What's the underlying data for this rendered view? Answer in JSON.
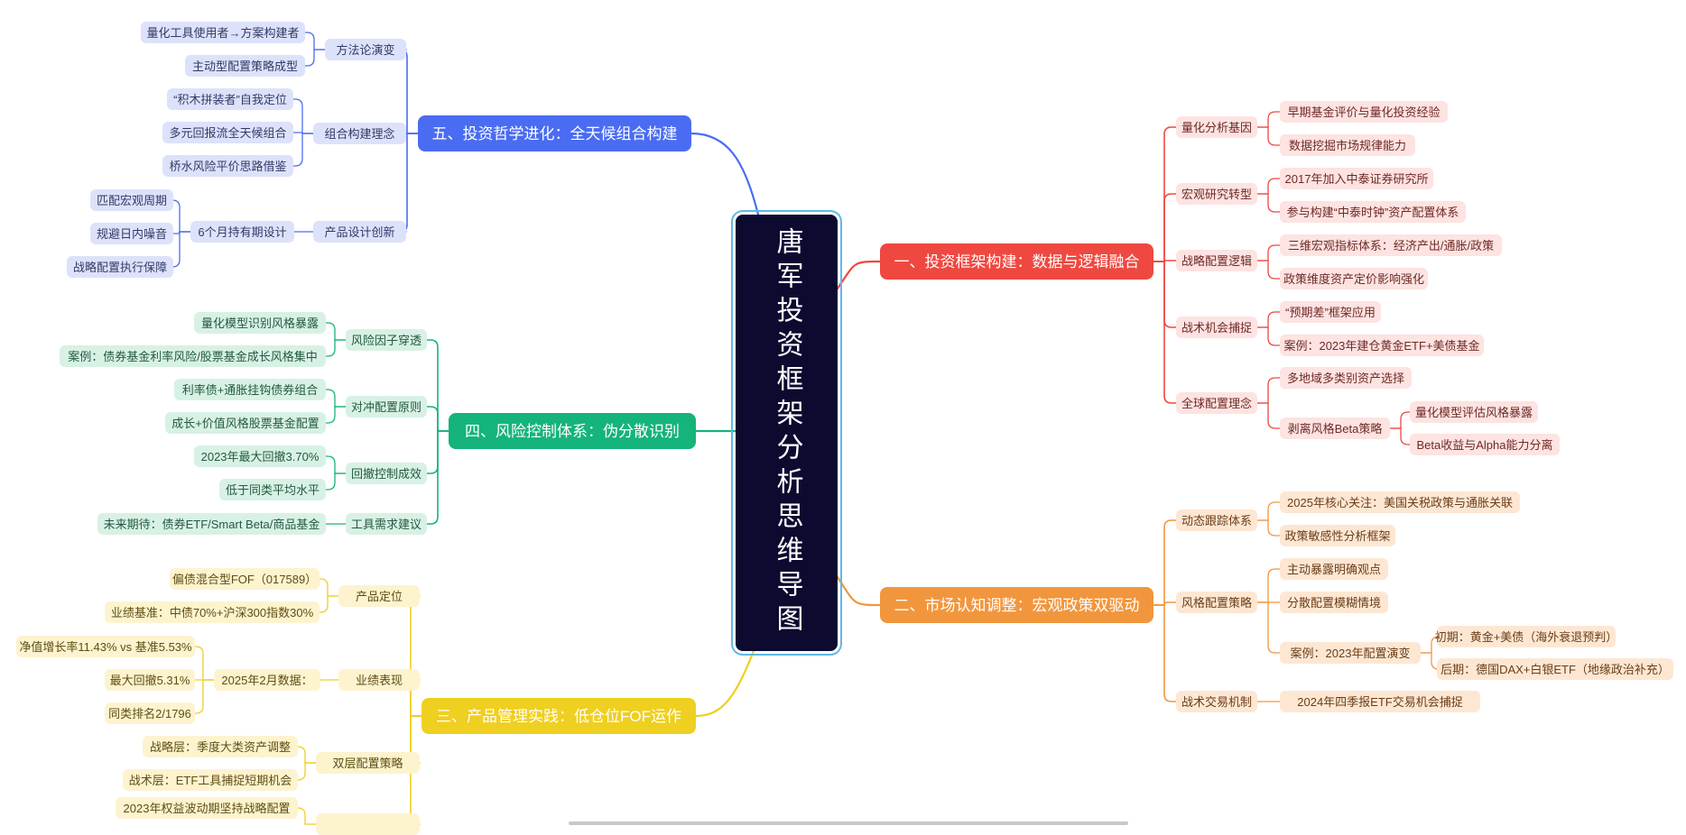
{
  "title": "唐军投资框架分析思维导图",
  "colors": {
    "blue": "#4a6cf2",
    "red": "#ef4840",
    "green": "#15b47a",
    "orange": "#f2963d",
    "yellow": "#efcf20"
  },
  "branches": [
    {
      "id": "b1",
      "color": "red",
      "label": "一、投资框架构建：数据与逻辑融合",
      "children": [
        {
          "label": "量化分析基因",
          "children": [
            {
              "label": "早期基金评价与量化投资经验"
            },
            {
              "label": "数据挖掘市场规律能力"
            }
          ]
        },
        {
          "label": "宏观研究转型",
          "children": [
            {
              "label": "2017年加入中泰证券研究所"
            },
            {
              "label": "参与构建“中泰时钟”资产配置体系"
            }
          ]
        },
        {
          "label": "战略配置逻辑",
          "children": [
            {
              "label": "三维宏观指标体系：经济产出/通胀/政策"
            },
            {
              "label": "政策维度资产定价影响强化"
            }
          ]
        },
        {
          "label": "战术机会捕捉",
          "children": [
            {
              "label": "“预期差”框架应用"
            },
            {
              "label": "案例：2023年建仓黄金ETF+美债基金"
            }
          ]
        },
        {
          "label": "全球配置理念",
          "children": [
            {
              "label": "多地域多类别资产选择"
            },
            {
              "label": "剥离风格Beta策略",
              "children": [
                {
                  "label": "量化模型评估风格暴露"
                },
                {
                  "label": "Beta收益与Alpha能力分离"
                }
              ]
            }
          ]
        }
      ]
    },
    {
      "id": "b2",
      "color": "orange",
      "label": "二、市场认知调整：宏观政策双驱动",
      "children": [
        {
          "label": "动态跟踪体系",
          "children": [
            {
              "label": "2025年核心关注：美国关税政策与通胀关联"
            },
            {
              "label": "政策敏感性分析框架"
            }
          ]
        },
        {
          "label": "风格配置策略",
          "children": [
            {
              "label": "主动暴露明确观点"
            },
            {
              "label": "分散配置模糊情境"
            },
            {
              "label": "案例：2023年配置演变",
              "children": [
                {
                  "label": "初期：黄金+美债（海外衰退预判）"
                },
                {
                  "label": "后期：德国DAX+白银ETF（地缘政治补充）"
                }
              ]
            }
          ]
        },
        {
          "label": "战术交易机制",
          "children": [
            {
              "label": "2024年四季报ETF交易机会捕捉"
            }
          ]
        }
      ]
    },
    {
      "id": "b3",
      "color": "yellow",
      "label": "三、产品管理实践：低仓位FOF运作",
      "children": [
        {
          "label": "产品定位",
          "children": [
            {
              "label": "偏债混合型FOF（017589）"
            },
            {
              "label": "业绩基准：中债70%+沪深300指数30%"
            }
          ]
        },
        {
          "label": "业绩表现",
          "children": [
            {
              "label": "2025年2月数据：",
              "children": [
                {
                  "label": "净值增长率11.43% vs 基准5.53%"
                },
                {
                  "label": "最大回撤5.31%"
                },
                {
                  "label": "同类排名2/1796"
                }
              ]
            }
          ]
        },
        {
          "label": "双层配置策略",
          "children": [
            {
              "label": "战略层：季度大类资产调整"
            },
            {
              "label": "战术层：ETF工具捕捉短期机会"
            }
          ]
        },
        {
          "label": "",
          "children": [
            {
              "label": "2023年权益波动期坚持战略配置"
            }
          ]
        }
      ]
    },
    {
      "id": "b4",
      "color": "green",
      "label": "四、风险控制体系：伪分散识别",
      "children": [
        {
          "label": "风险因子穿透",
          "children": [
            {
              "label": "量化模型识别风格暴露"
            },
            {
              "label": "案例：债券基金利率风险/股票基金成长风格集中"
            }
          ]
        },
        {
          "label": "对冲配置原则",
          "children": [
            {
              "label": "利率债+通胀挂钩债券组合"
            },
            {
              "label": "成长+价值风格股票基金配置"
            }
          ]
        },
        {
          "label": "回撤控制成效",
          "children": [
            {
              "label": "2023年最大回撤3.70%"
            },
            {
              "label": "低于同类平均水平"
            }
          ]
        },
        {
          "label": "工具需求建议",
          "children": [
            {
              "label": "未来期待：债券ETF/Smart Beta/商品基金"
            }
          ]
        }
      ]
    },
    {
      "id": "b5",
      "color": "blue",
      "label": "五、投资哲学进化：全天候组合构建",
      "children": [
        {
          "label": "方法论演变",
          "children": [
            {
              "label": "量化工具使用者→方案构建者"
            },
            {
              "label": "主动型配置策略成型"
            }
          ]
        },
        {
          "label": "组合构建理念",
          "children": [
            {
              "label": "“积木拼装者”自我定位"
            },
            {
              "label": "多元回报流全天候组合"
            },
            {
              "label": "桥水风险平价思路借鉴"
            }
          ]
        },
        {
          "label": "产品设计创新",
          "children": [
            {
              "label": "6个月持有期设计",
              "children": [
                {
                  "label": "匹配宏观周期"
                },
                {
                  "label": "规避日内噪音"
                },
                {
                  "label": "战略配置执行保障"
                }
              ]
            }
          ]
        }
      ]
    }
  ]
}
